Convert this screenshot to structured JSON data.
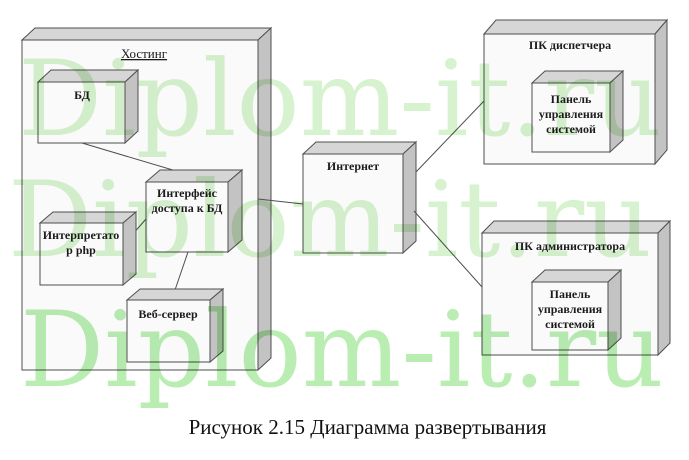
{
  "figure": {
    "caption": "Рисунок 2.15 Диаграмма развертывания"
  },
  "watermark": {
    "text": "Diplom-it.ru"
  },
  "nodes": {
    "hosting": {
      "label": "Хостинг"
    },
    "db": {
      "label": "БД"
    },
    "db_interface": {
      "line1": "Интерфейс",
      "line2": "доступа к БД"
    },
    "php_interpreter": {
      "line1": "Интерпретато",
      "line2": "р php"
    },
    "web_server": {
      "label": "Веб-сервер"
    },
    "internet": {
      "label": "Интернет"
    },
    "dispatcher_pc": {
      "label": "ПК диспетчера"
    },
    "dispatcher_panel": {
      "line1": "Панель",
      "line2": "управления",
      "line3": "системой"
    },
    "admin_pc": {
      "label": "ПК администратора"
    },
    "admin_panel": {
      "line1": "Панель",
      "line2": "управления",
      "line3": "системой"
    }
  },
  "colors": {
    "node_front": "#fafafa",
    "node_top": "#d6d6d6",
    "node_side": "#c3c3c3",
    "outline": "#4f4f4f",
    "watermark_light": "#d6f2ce",
    "watermark_bright": "#b9edb2"
  }
}
